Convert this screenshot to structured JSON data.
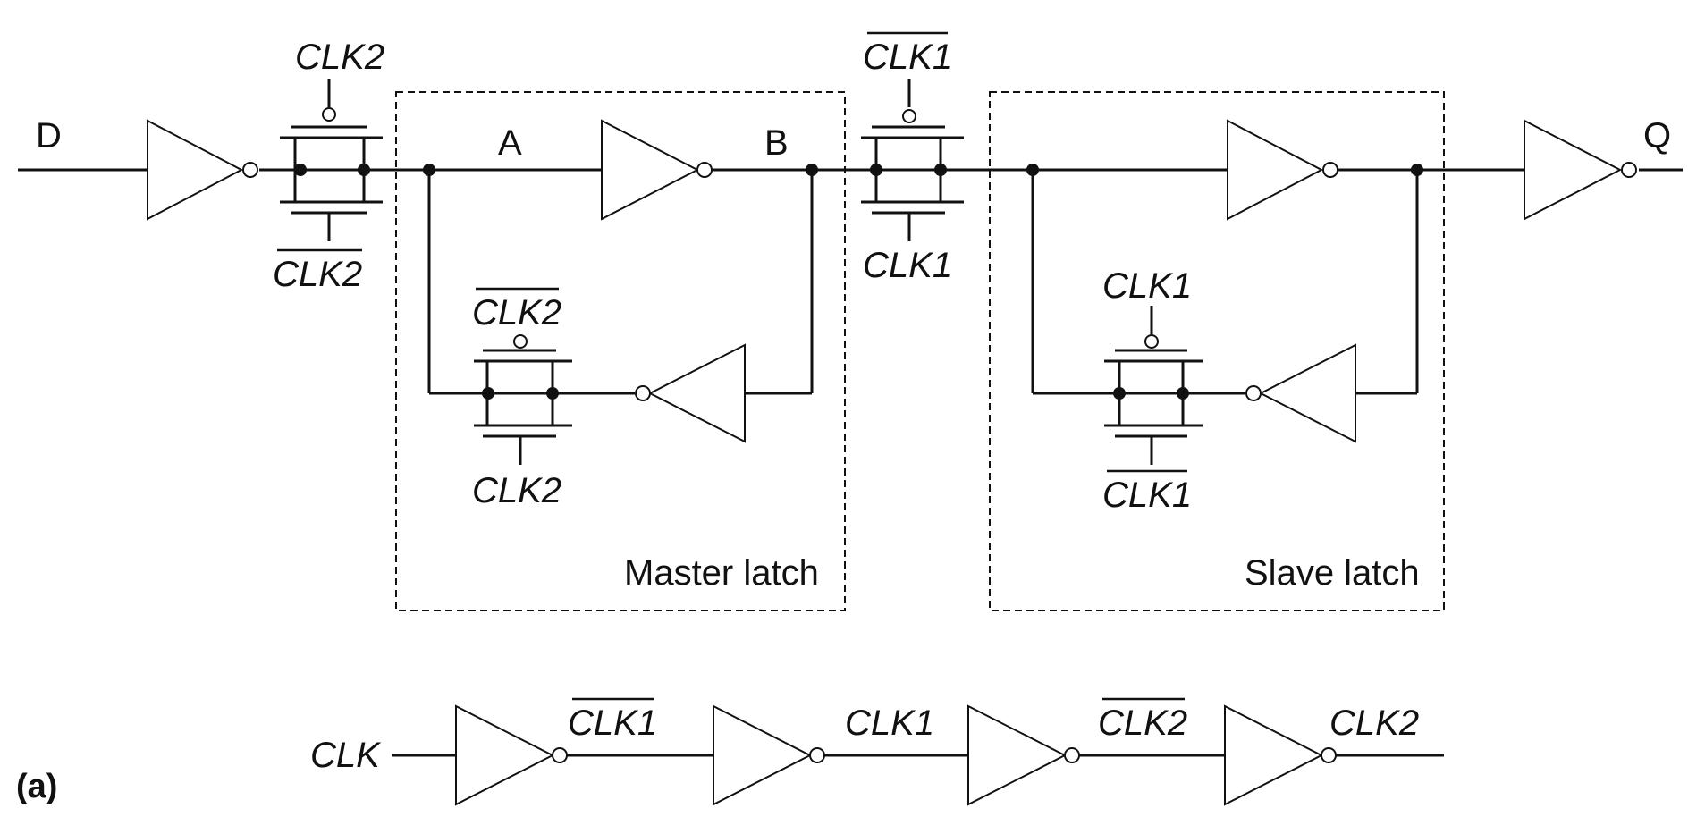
{
  "signals": {
    "D": "D",
    "Q": "Q",
    "A": "A",
    "B": "B",
    "CLK": "CLK",
    "CLK1": "CLK1",
    "CLK2": "CLK2"
  },
  "boxes": {
    "master": "Master latch",
    "slave": "Slave latch"
  },
  "caption": "(a)"
}
